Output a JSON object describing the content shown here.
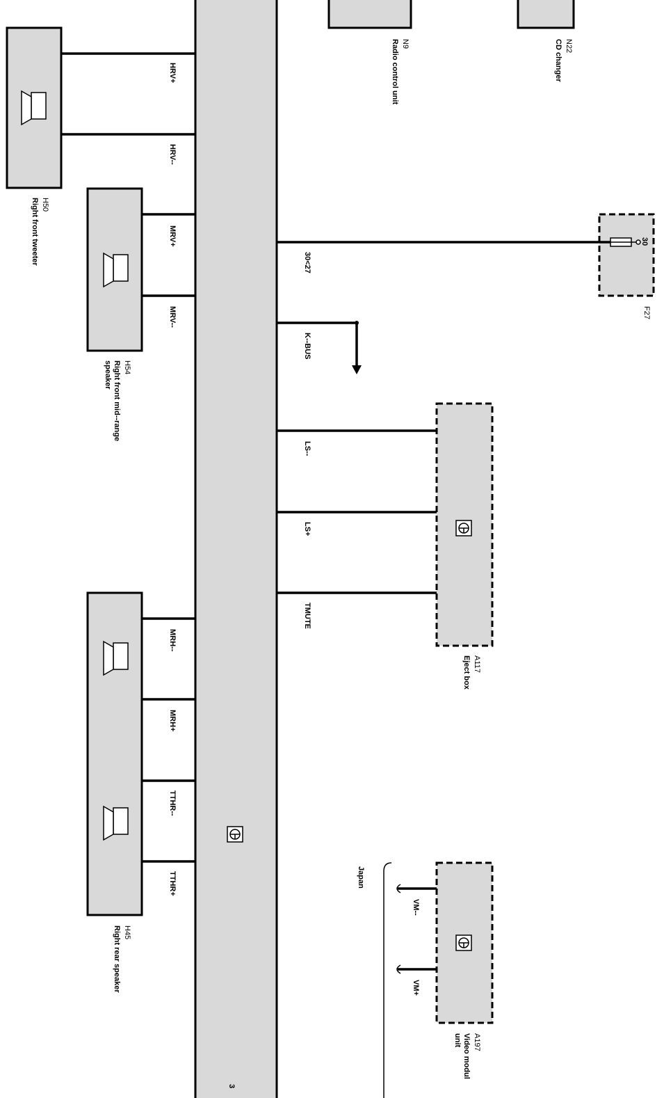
{
  "components": {
    "cd_changer": {
      "code": "N22",
      "name": "CD changer"
    },
    "radio": {
      "code": "N9",
      "name": "Radio control unit"
    },
    "fuse": {
      "code": "F27",
      "terminal": "30"
    },
    "tweeter": {
      "code": "H50",
      "name": "Right front tweeter"
    },
    "midrange": {
      "code": "H54",
      "name_line1": "Right front mid--range",
      "name_line2": "speaker"
    },
    "rear_speaker": {
      "code": "H45",
      "name": "Right rear speaker"
    },
    "eject_box": {
      "code": "A117",
      "name": "Eject box"
    },
    "video_module": {
      "code": "A197",
      "name_line1": "Video modul",
      "name_line2": "unit"
    }
  },
  "signals": {
    "hrv_plus": "HRV+",
    "hrv_minus": "HRV--",
    "mrv_plus": "MRV+",
    "mrv_minus": "MRV--",
    "feed_30": "30<27",
    "kbus": "K--BUS",
    "ls_minus": "LS--",
    "ls_plus": "LS+",
    "tmute": "TMUTE",
    "mrh_minus": "MRH--",
    "mrh_plus": "MRH+",
    "tthr_minus": "TTHR--",
    "tthr_plus": "TTHR+",
    "vm_minus": "VM--",
    "vm_plus": "VM+"
  },
  "variant_label": "Japan",
  "bus_page_ref": "3"
}
